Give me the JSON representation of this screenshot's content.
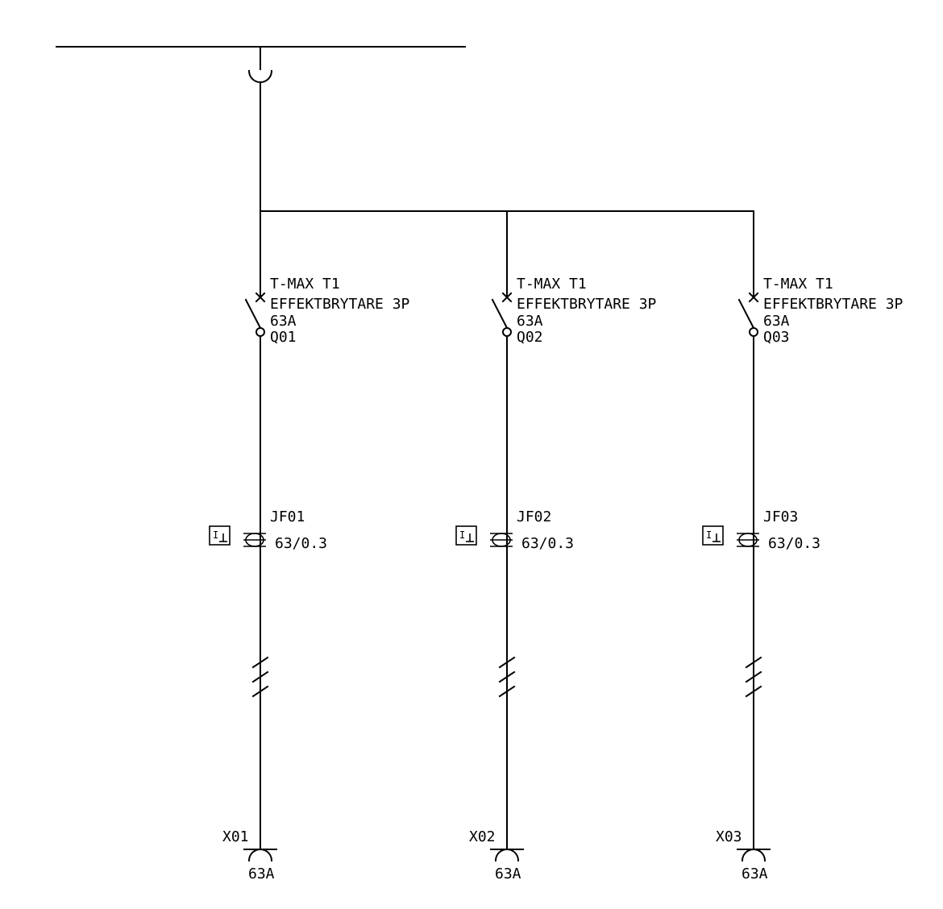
{
  "feeders": [
    {
      "breaker": {
        "model": "T-MAX T1",
        "type": "EFFEKTBRYTARE 3P",
        "rating": "63A",
        "id": "Q01"
      },
      "rcd": {
        "id": "JF01",
        "rating": "63/0.3",
        "symbol_text": "I"
      },
      "outlet": {
        "id": "X01",
        "rating": "63A"
      }
    },
    {
      "breaker": {
        "model": "T-MAX T1",
        "type": "EFFEKTBRYTARE 3P",
        "rating": "63A",
        "id": "Q02"
      },
      "rcd": {
        "id": "JF02",
        "rating": "63/0.3",
        "symbol_text": "I"
      },
      "outlet": {
        "id": "X02",
        "rating": "63A"
      }
    },
    {
      "breaker": {
        "model": "T-MAX T1",
        "type": "EFFEKTBRYTARE 3P",
        "rating": "63A",
        "id": "Q03"
      },
      "rcd": {
        "id": "JF03",
        "rating": "63/0.3",
        "symbol_text": "I"
      },
      "outlet": {
        "id": "X03",
        "rating": "63A"
      }
    }
  ]
}
